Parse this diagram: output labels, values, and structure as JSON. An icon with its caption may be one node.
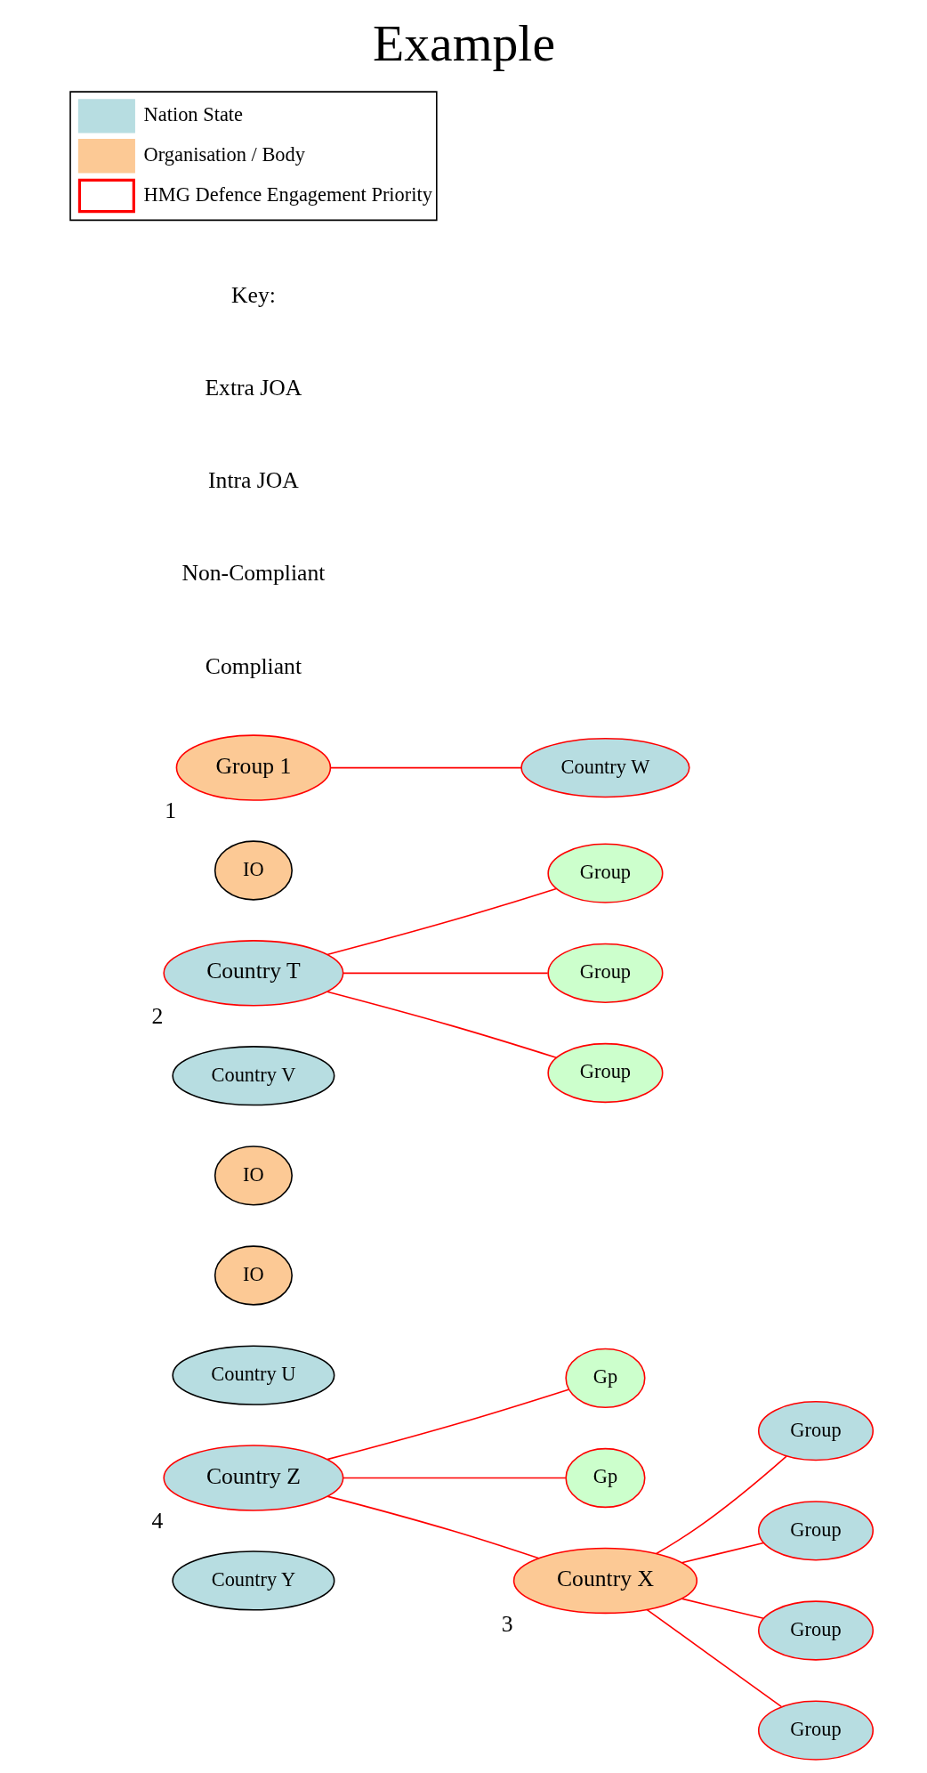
{
  "diagram": {
    "title": "Example",
    "nodes": [
      {
        "text": [
          "Country Y"
        ]
      },
      {
        "text": [
          "Country Z"
        ],
        "beside": [
          "4"
        ]
      },
      {
        "text": [
          "Gp"
        ]
      },
      {
        "text": [
          "Gp"
        ]
      },
      {
        "text": [
          "Country X"
        ],
        "beside": [
          "3"
        ]
      },
      {
        "text": [
          "Group"
        ]
      },
      {
        "text": [
          "Group"
        ]
      },
      {
        "text": [
          "Group"
        ]
      },
      {
        "text": [
          "Group"
        ]
      },
      {
        "text": [
          "Country U"
        ]
      },
      {
        "text": [
          "IO"
        ]
      },
      {
        "text": [
          "IO"
        ]
      },
      {
        "text": [
          "Country V"
        ]
      },
      {
        "text": [
          "Country T"
        ],
        "beside": [
          "2"
        ]
      },
      {
        "text": [
          "Group"
        ]
      },
      {
        "text": [
          "Group"
        ]
      },
      {
        "text": [
          "Group"
        ]
      },
      {
        "text": [
          "IO"
        ]
      },
      {
        "text": [
          "Group 1"
        ],
        "beside": [
          "1"
        ]
      },
      {
        "text": [
          "Country W"
        ]
      }
    ],
    "edges": [
      {
        "from": 1,
        "to": 2,
        "arrow": "none"
      },
      {
        "from": 1,
        "to": 3,
        "arrow": "none"
      },
      {
        "from": 1,
        "to": 4,
        "arrow": "none"
      },
      {
        "from": 4,
        "to": 5,
        "arrow": "none"
      },
      {
        "from": 4,
        "to": 6,
        "arrow": "none"
      },
      {
        "from": 4,
        "to": 7,
        "arrow": "none"
      },
      {
        "from": 4,
        "to": 8,
        "arrow": "none"
      },
      {
        "from": 13,
        "to": 14,
        "arrow": "none"
      },
      {
        "from": 13,
        "to": 15,
        "arrow": "none"
      },
      {
        "from": 13,
        "to": 16,
        "arrow": "none"
      },
      {
        "from": 18,
        "to": 19,
        "arrow": "none"
      }
    ],
    "labels": [
      "Compliant",
      "Non-Compliant",
      "Intra JOA",
      "Extra JOA",
      "Key:"
    ],
    "legend": [
      {
        "text": "Nation State",
        "color": "#b7dde1"
      },
      {
        "text": "Organisation / Body",
        "color": "#fcc995"
      },
      {
        "text": "HMG Defence Engagement Priority"
      }
    ]
  }
}
